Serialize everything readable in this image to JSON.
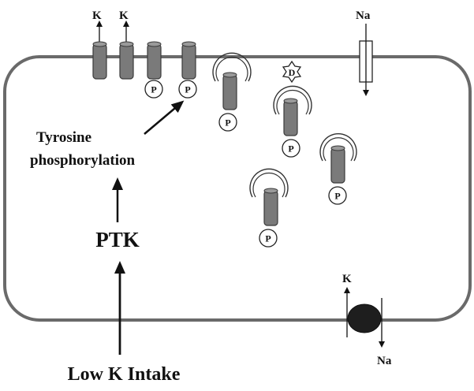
{
  "labels": {
    "potassium": "K",
    "sodium": "Na",
    "phospho": "P",
    "d_marker": "D",
    "tyrosine_line1": "Tyrosine",
    "tyrosine_line2": "phosphorylation",
    "ptk": "PTK",
    "intake": "Low K Intake"
  },
  "colors": {
    "channel_fill": "#7a7a7a",
    "channel_dark": "#4a4a4a",
    "membrane": "#6a6a6a",
    "pump_fill": "#1e1e1e",
    "stroke": "#222222"
  }
}
